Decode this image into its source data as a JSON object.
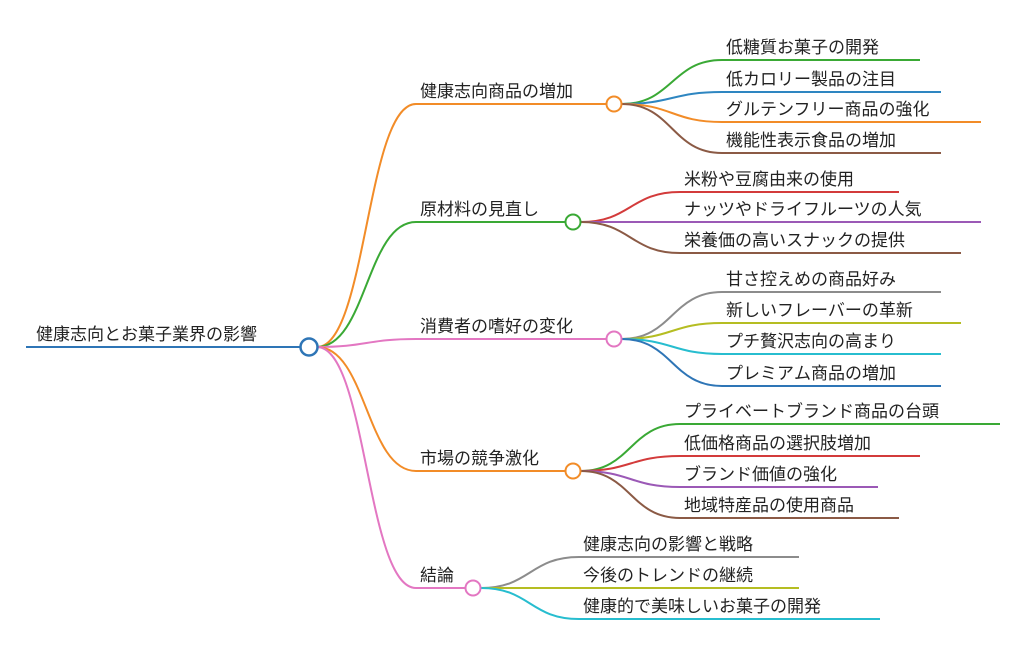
{
  "root": {
    "label": "健康志向とお菓子業界の影響",
    "color": "#2E75B6"
  },
  "branches": [
    {
      "label": "健康志向商品の増加",
      "color": "#F28C28",
      "children": [
        {
          "label": "低糖質お菓子の開発",
          "color": "#3AA935"
        },
        {
          "label": "低カロリー製品の注目",
          "color": "#2E86C1"
        },
        {
          "label": "グルテンフリー商品の強化",
          "color": "#F28C28"
        },
        {
          "label": "機能性表示食品の増加",
          "color": "#8B5A45"
        }
      ]
    },
    {
      "label": "原材料の見直し",
      "color": "#3AA935",
      "children": [
        {
          "label": "米粉や豆腐由来の使用",
          "color": "#D33B3B"
        },
        {
          "label": "ナッツやドライフルーツの人気",
          "color": "#9B59B6"
        },
        {
          "label": "栄養価の高いスナックの提供",
          "color": "#8B5A45"
        }
      ]
    },
    {
      "label": "消費者の嗜好の変化",
      "color": "#E377C2",
      "children": [
        {
          "label": "甘さ控えめの商品好み",
          "color": "#8C8C8C"
        },
        {
          "label": "新しいフレーバーの革新",
          "color": "#B5BD22"
        },
        {
          "label": "プチ贅沢志向の高まり",
          "color": "#27BDCF"
        },
        {
          "label": "プレミアム商品の増加",
          "color": "#2E75B6"
        }
      ]
    },
    {
      "label": "市場の競争激化",
      "color": "#F28C28",
      "children": [
        {
          "label": "プライベートブランド商品の台頭",
          "color": "#3AA935"
        },
        {
          "label": "低価格商品の選択肢増加",
          "color": "#D33B3B"
        },
        {
          "label": "ブランド価値の強化",
          "color": "#9B59B6"
        },
        {
          "label": "地域特産品の使用商品",
          "color": "#8B5A45"
        }
      ]
    },
    {
      "label": "結論",
      "color": "#E377C2",
      "children": [
        {
          "label": "健康志向の影響と戦略",
          "color": "#8C8C8C"
        },
        {
          "label": "今後のトレンドの継続",
          "color": "#B5BD22"
        },
        {
          "label": "健康的で美味しいお菓子の開発",
          "color": "#27BDCF"
        }
      ]
    }
  ]
}
